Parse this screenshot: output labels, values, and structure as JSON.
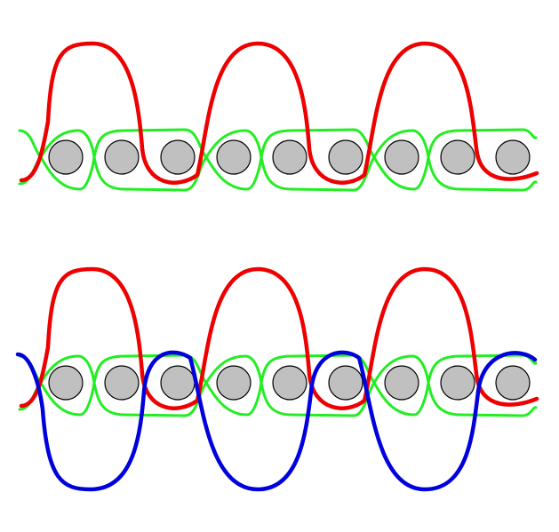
{
  "colors": {
    "background": "#ffffff",
    "peg_fill": "#c0c0c0",
    "peg_stroke": "#000000",
    "green_strand": "#22ee22",
    "red_strand": "#ee0000",
    "blue_strand": "#0000dd"
  },
  "panels": [
    {
      "id": "top",
      "strands": [
        "green",
        "red"
      ],
      "peg_count": 9
    },
    {
      "id": "bottom",
      "strands": [
        "green",
        "red",
        "blue"
      ],
      "peg_count": 9
    }
  ]
}
